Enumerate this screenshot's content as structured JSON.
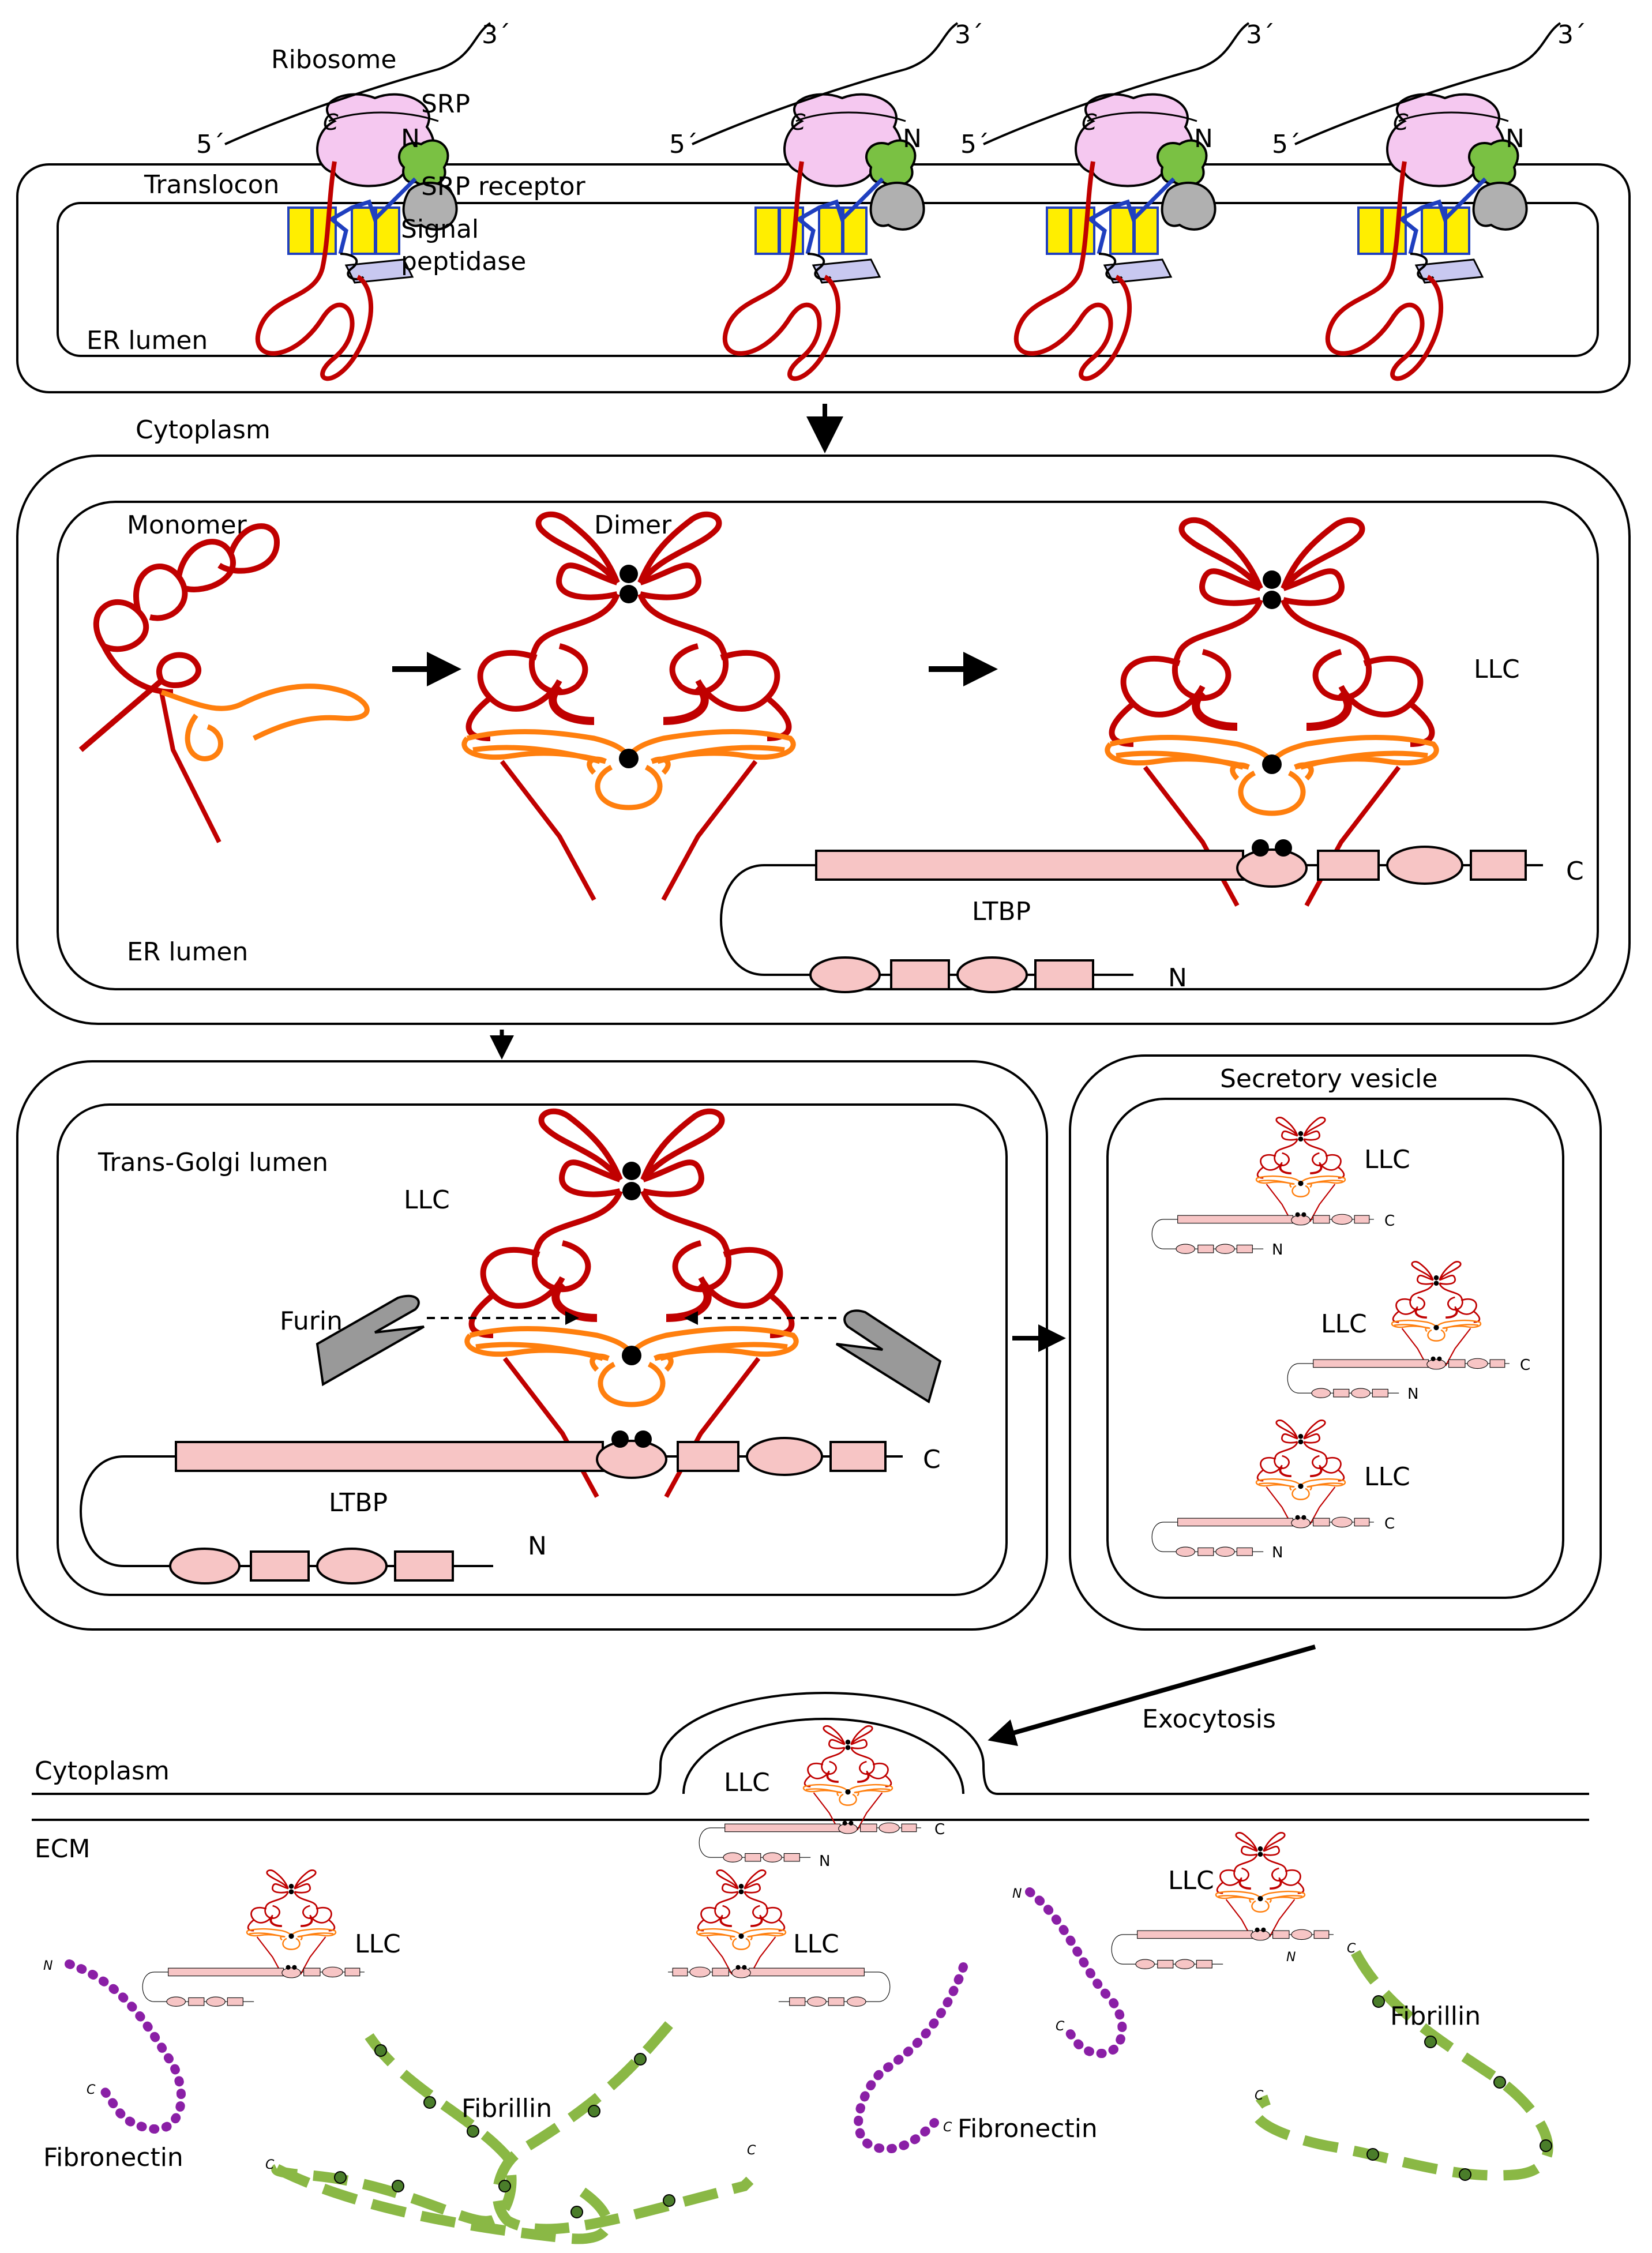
{
  "labels": {
    "ribosome": "Ribosome",
    "srp": "SRP",
    "srp_receptor": "SRP receptor",
    "translocon": "Translocon",
    "signal_peptidase_1": "Signal",
    "signal_peptidase_2": "peptidase",
    "er_lumen": "ER lumen",
    "cytoplasm": "Cytoplasm",
    "monomer": "Monomer",
    "dimer": "Dimer",
    "llc": "LLC",
    "ltbp": "LTBP",
    "trans_golgi_lumen": "Trans-Golgi lumen",
    "furin": "Furin",
    "secretory_vesicle": "Secretory vesicle",
    "exocytosis": "Exocytosis",
    "ecm": "ECM",
    "fibronectin": "Fibronectin",
    "fibrillin": "Fibrillin",
    "three_prime": "3´",
    "five_prime": "5´",
    "n_term": "N",
    "c_term": "C"
  },
  "colors": {
    "propeptide": "#c00000",
    "lap_segment": "#ff7f0e",
    "ltbp_fill": "#f7c5c5",
    "ribosome": "#f5c8f0",
    "srp": "#7ac143",
    "srp_receptor": "#b0b0b0",
    "translocon": "#ffee00",
    "translocon_edge": "#1f3fbf",
    "signal_peptidase": "#c8c8f0",
    "furin": "#999999",
    "fibronectin": "#8a1fa6",
    "fibrillin": "#8ab845"
  },
  "icons": [
    "ribosome-icon",
    "srp-icon",
    "srp-receptor-icon",
    "translocon-icon",
    "signal-peptidase-icon",
    "furin-icon",
    "llc-icon",
    "ltbp-icon",
    "fibronectin-icon",
    "fibrillin-icon"
  ]
}
